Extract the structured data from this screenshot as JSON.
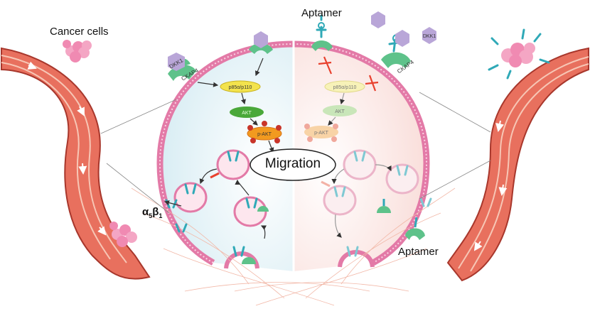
{
  "labels": {
    "cancer_cells": "Cancer cells",
    "aptamer_top": "Aptamer",
    "aptamer_bottom": "Aptamer",
    "dkk1_left": "DKK1",
    "ckap4_left": "CKAP4",
    "dkk1_right": "DKK1",
    "ckap4_right": "CKAP4",
    "p85_left": "p85α/p110",
    "akt_left": "AKT",
    "pakt_left": "p-AKT",
    "p85_right": "p85α/p110",
    "akt_right": "AKT",
    "pakt_right": "p-AKT",
    "migration": "Migration",
    "integrin": "α",
    "integrin_sub1": "5",
    "integrin_beta": "β",
    "integrin_sub2": "1"
  },
  "colors": {
    "vessel_outer": "#e8705e",
    "vessel_inner": "#d94a3d",
    "membrane": "#e37aa7",
    "left_bg": "#e6f3f7",
    "right_bg": "#fbe8e6",
    "receptor": "#5ec28a",
    "dkk1": "#b9a6d8",
    "aptamer": "#2fa9b7",
    "akt": "#4aa83a",
    "p85": "#f3e34d",
    "pakt": "#f29a1f"
  }
}
